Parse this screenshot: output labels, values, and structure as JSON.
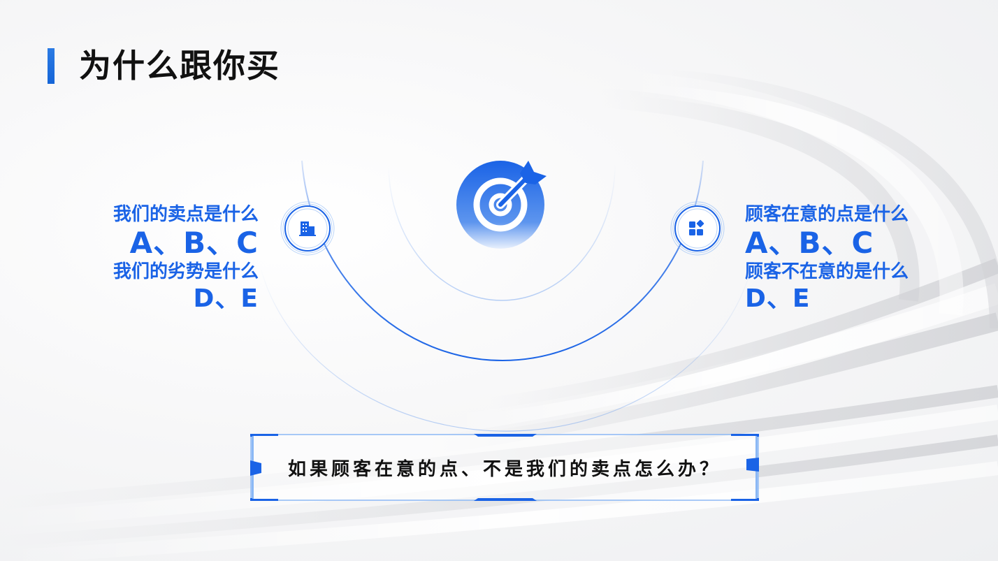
{
  "title": "为什么跟你买",
  "left": {
    "question1": "我们的卖点是什么",
    "answer1": "A、B、C",
    "question2": "我们的劣势是什么",
    "answer2": "D、E"
  },
  "right": {
    "question1": "顾客在意的点是什么",
    "answer1": "A、B、C",
    "question2": "顾客不在意的是什么",
    "answer2": "D、E"
  },
  "bottom_question": "如果顾客在意的点、不是我们的卖点怎么办？",
  "icons": {
    "center": "target-arrow-icon",
    "left": "building-icon",
    "right": "apps-grid-icon"
  },
  "colors": {
    "accent": "#1a63e6",
    "accent_light": "#8bb8f5",
    "title": "#111111"
  }
}
